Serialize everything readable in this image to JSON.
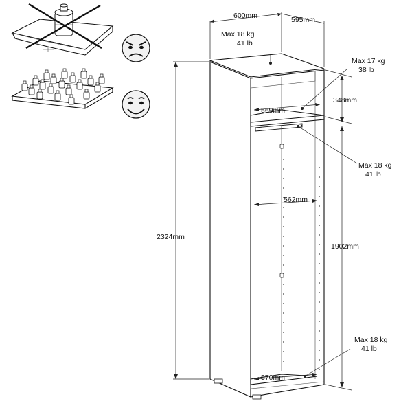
{
  "dimensions": {
    "width": "600mm",
    "depth": "595mm",
    "height": "2324mm",
    "inner_height": "1902mm",
    "top_compartment_height": "348mm",
    "shelf_width": "569mm",
    "inner_width": "562mm",
    "bottom_width": "570mm"
  },
  "loads": {
    "top": {
      "kg": "Max 18 kg",
      "lb": "41 lb"
    },
    "shelf": {
      "kg": "Max 17 kg",
      "lb": "38 lb"
    },
    "rail": {
      "kg": "Max 18 kg",
      "lb": "41 lb"
    },
    "bottom": {
      "kg": "Max 18 kg",
      "lb": "41 lb"
    }
  },
  "icons": {
    "bad_example": "angry-face-icon",
    "good_example": "happy-face-icon",
    "cross": "cross-out-icon"
  }
}
